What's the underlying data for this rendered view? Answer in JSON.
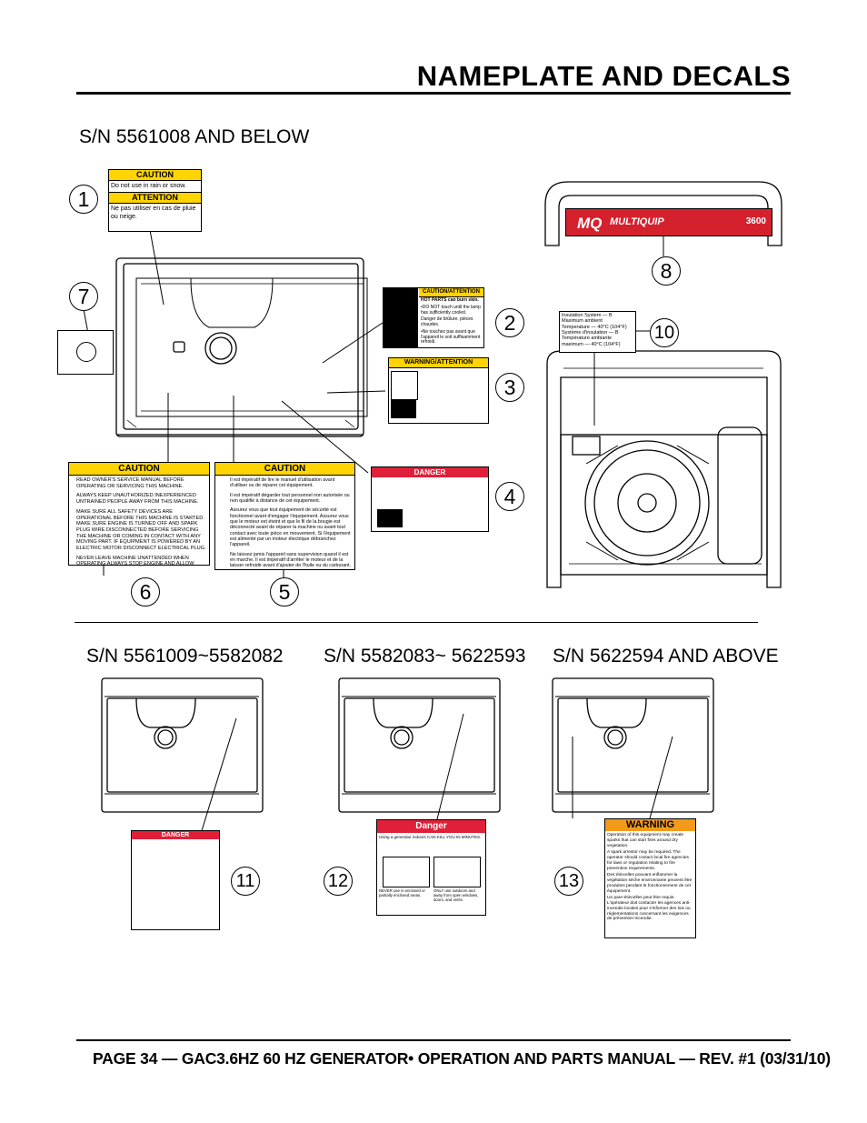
{
  "page_title": "NAMEPLATE AND DECALS",
  "footer": "PAGE 34 — GAC3.6HZ 60 HZ GENERATOR• OPERATION AND PARTS MANUAL — REV. #1 (03/31/10)",
  "sections": {
    "s1": "S/N 5561008 AND BELOW",
    "s2": "S/N 5561009~5582082",
    "s3": "S/N 5582083~ 5622593",
    "s4": "S/N 5622594 AND ABOVE"
  },
  "callouts": [
    "1",
    "7",
    "8",
    "2",
    "10",
    "3",
    "4",
    "6",
    "5",
    "11",
    "12",
    "13"
  ],
  "decal1": {
    "caution": "CAUTION",
    "caution_text": "Do not use in rain or snow.",
    "attention": "ATTENTION",
    "attention_text": "Ne pas utiliser en cas de pluie ou neige."
  },
  "decal2": {
    "header": "CAUTION/ATTENTION",
    "line1": "HOT PARTS can burn skin.",
    "line2": "•DO NOT touch until the lamp has sufficiently cooled.",
    "line3": "Danger de brûlure. pièces chaudes.",
    "line4": "•Ne touchez pas avant que l'appareil le soit suffisamment refroidi."
  },
  "decal3": {
    "header": "WARNING/ATTENTION"
  },
  "decal4": {
    "header": "DANGER"
  },
  "decal6": {
    "header": "CAUTION",
    "items": [
      "READ OWNER'S SERVICE MANUAL BEFORE OPERATING OR SERVICING THIS MACHINE.",
      "ALWAYS KEEP UNAUTHORIZED INEXPERIENCED UNTRAINED PEOPLE AWAY FROM THIS MACHINE.",
      "MAKE SURE ALL SAFETY DEVICES ARE OPERATIONAL BEFORE THIS MACHINE IS STARTED. MAKE SURE ENGINE IS TURNED OFF AND SPARK PLUG WIRE DISCONNECTED BEFORE SERVICING THE MACHINE OR COMING IN CONTACT WITH ANY MOVING PART. IF EQUIPMENT IS POWERED BY AN ELECTRIC MOTOR DISCONNECT ELECTRICAL PLUG.",
      "NEVER LEAVE MACHINE UNATTENDED WHEN OPERATING ALWAYS STOP ENGINE AND ALLOW ENGINE TO COOL BEFORE ADDING FUEL OR OIL."
    ]
  },
  "decal5": {
    "header": "CAUTION",
    "items": [
      "Il est impératif de lire le manuel d'utilisation avant d'utiliser ou de réparer cet équipement.",
      "Il est impératif dégarder tout personnel non autorisée ou non qualifié à distance de cet équipement.",
      "Assurez vous que tout équipement de sécurité est fonctionnel avant d'engager l'équipement. Assurez vous que le moteur est éteint et que le fil de la bougie est déconnecté avant de réparer la machine ou avant tout contact avec toute pièce en mouvement. Si l'équipement est alimenté par un moteur électrique débranchez l'appareil.",
      "Ne laissez jamis l'appareil sans supervision quand il est en marche. Il est impératif d'arrêter le moteur et de la laisser refroidir avant d'ajouter de l'huile ou du carburant."
    ]
  },
  "decal8": {
    "brand": "MULTIQUIP",
    "logo": "MQ",
    "model": "3600"
  },
  "decal10": {
    "line1": "Insulation System — B",
    "line2": "Maximum ambient",
    "line3": "Temperature — 40°C (104°F)",
    "line4": "Système d'insulation — B",
    "line5": "Température ambiante",
    "line6": "maximum — 40°C (104°F)"
  },
  "decal11": {
    "header": "DANGER"
  },
  "decal12": {
    "header": "Danger",
    "line1": "Using a generator indoors CAN KILL YOU IN MINUTES.",
    "line2": "NEVER use in enclosed or partially enclosed areas.",
    "line3": "ONLY use outdoors and away from open windows, doors, and vents."
  },
  "decal13": {
    "header": "WARNING",
    "p1": "Operation of this equipment may create sparks that can start fires around dry vegetation.",
    "p2": "A spark arrestor may be required. The operator should contact local fire agencies for laws or regulation relating to fire prevention requirements.",
    "p3": "Des étincelles pouvant enflammer la végétation sèche environnante peuvent être produites pendant le fonctionnement de cet équipement.",
    "p4": "Un pare-étincelles peut être requis. L'opérateur doit contacter les agences anti-incendie locales pour s'informer des lois ou réglementations concernant les exigences de prévention-incendie."
  }
}
